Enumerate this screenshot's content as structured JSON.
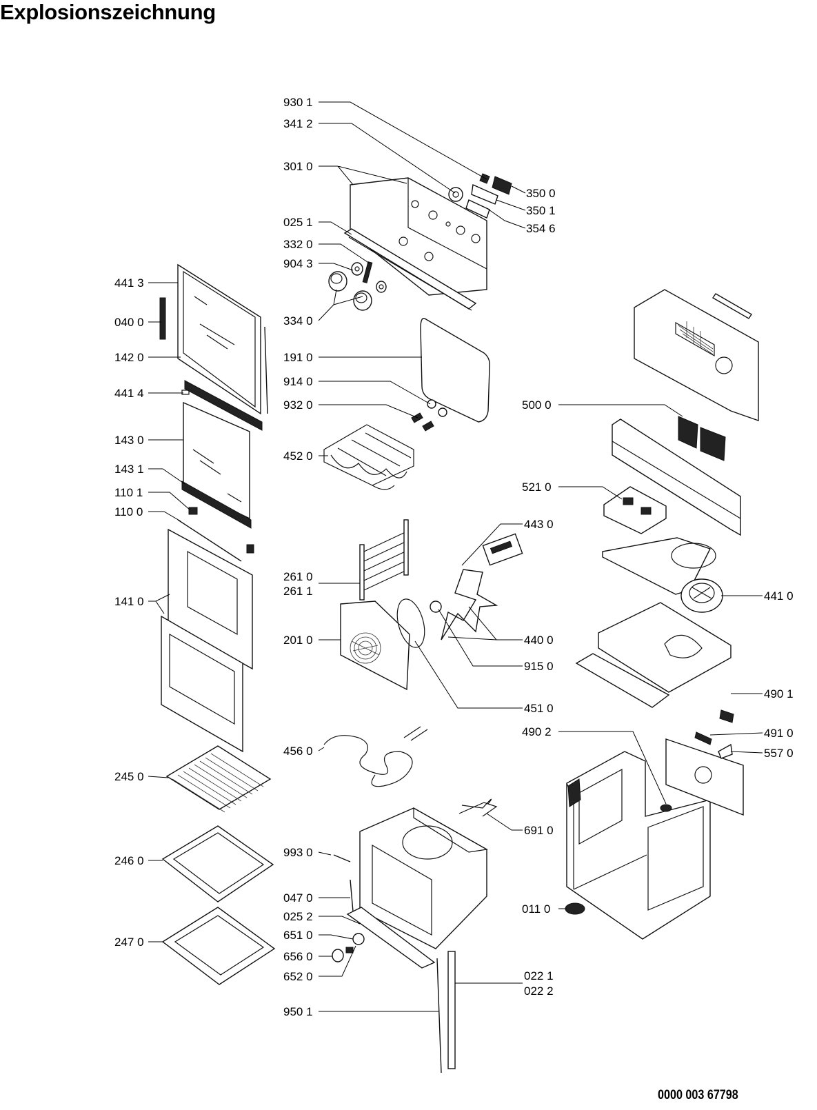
{
  "title": "Explosionszeichnung",
  "document_number": "0000 003 67798",
  "callouts": [
    {
      "id": "c9301",
      "text": "930 1"
    },
    {
      "id": "c3412",
      "text": "341 2"
    },
    {
      "id": "c3010",
      "text": "301 0"
    },
    {
      "id": "c3500",
      "text": "350 0"
    },
    {
      "id": "c3501",
      "text": "350 1"
    },
    {
      "id": "c3546",
      "text": "354 6"
    },
    {
      "id": "c0251",
      "text": "025 1"
    },
    {
      "id": "c3320",
      "text": "332 0"
    },
    {
      "id": "c9043",
      "text": "904 3"
    },
    {
      "id": "c4413",
      "text": "441 3"
    },
    {
      "id": "c0400",
      "text": "040 0"
    },
    {
      "id": "c3340",
      "text": "334 0"
    },
    {
      "id": "c1420",
      "text": "142 0"
    },
    {
      "id": "c1910",
      "text": "191 0"
    },
    {
      "id": "c9140",
      "text": "914 0"
    },
    {
      "id": "c4414",
      "text": "441 4"
    },
    {
      "id": "c9320",
      "text": "932 0"
    },
    {
      "id": "c5000",
      "text": "500 0"
    },
    {
      "id": "c1430",
      "text": "143 0"
    },
    {
      "id": "c4520",
      "text": "452 0"
    },
    {
      "id": "c1431",
      "text": "143 1"
    },
    {
      "id": "c5210",
      "text": "521 0"
    },
    {
      "id": "c1101",
      "text": "110 1"
    },
    {
      "id": "c1100",
      "text": "110 0"
    },
    {
      "id": "c4430",
      "text": "443 0"
    },
    {
      "id": "c2610",
      "text": "261 0"
    },
    {
      "id": "c2611",
      "text": "261 1"
    },
    {
      "id": "c1410",
      "text": "141 0"
    },
    {
      "id": "c4410",
      "text": "441 0"
    },
    {
      "id": "c2010",
      "text": "201 0"
    },
    {
      "id": "c4400",
      "text": "440 0"
    },
    {
      "id": "c9150",
      "text": "915 0"
    },
    {
      "id": "c4510",
      "text": "451 0"
    },
    {
      "id": "c4901",
      "text": "490 1"
    },
    {
      "id": "c4902",
      "text": "490 2"
    },
    {
      "id": "c4910",
      "text": "491 0"
    },
    {
      "id": "c4560",
      "text": "456 0"
    },
    {
      "id": "c5570",
      "text": "557 0"
    },
    {
      "id": "c2450",
      "text": "245 0"
    },
    {
      "id": "c6910",
      "text": "691 0"
    },
    {
      "id": "c9930",
      "text": "993 0"
    },
    {
      "id": "c2460",
      "text": "246 0"
    },
    {
      "id": "c0470",
      "text": "047 0"
    },
    {
      "id": "c0110",
      "text": "011 0"
    },
    {
      "id": "c0252",
      "text": "025 2"
    },
    {
      "id": "c6510",
      "text": "651 0"
    },
    {
      "id": "c2470",
      "text": "247 0"
    },
    {
      "id": "c6560",
      "text": "656 0"
    },
    {
      "id": "c6520",
      "text": "652 0"
    },
    {
      "id": "c0221",
      "text": "022 1"
    },
    {
      "id": "c0222",
      "text": "022 2"
    },
    {
      "id": "c9501",
      "text": "950 1"
    }
  ]
}
